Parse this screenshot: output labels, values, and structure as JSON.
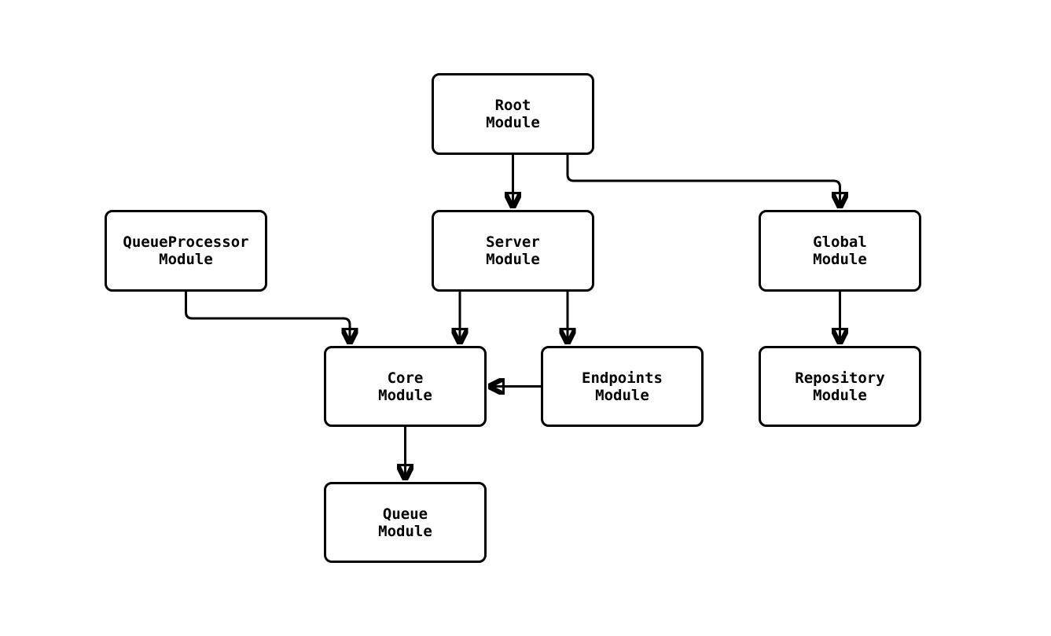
{
  "diagram": {
    "type": "flowchart",
    "background_color": "#ffffff",
    "node_border_color": "#000000",
    "node_fill_color": "#ffffff",
    "edge_color": "#000000",
    "text_color": "#000000",
    "nodes": {
      "root": {
        "label": "Root\nModule"
      },
      "queueprocessor": {
        "label": "QueueProcessor\nModule"
      },
      "server": {
        "label": "Server\nModule"
      },
      "global": {
        "label": "Global\nModule"
      },
      "core": {
        "label": "Core\nModule"
      },
      "endpoints": {
        "label": "Endpoints\nModule"
      },
      "repository": {
        "label": "Repository\nModule"
      },
      "queue": {
        "label": "Queue\nModule"
      }
    },
    "edges": [
      {
        "from": "Root Module",
        "to": "Server Module"
      },
      {
        "from": "Root Module",
        "to": "Global Module"
      },
      {
        "from": "QueueProcessor Module",
        "to": "Core Module"
      },
      {
        "from": "Server Module",
        "to": "Core Module"
      },
      {
        "from": "Server Module",
        "to": "Endpoints Module"
      },
      {
        "from": "Endpoints Module",
        "to": "Core Module"
      },
      {
        "from": "Global Module",
        "to": "Repository Module"
      },
      {
        "from": "Core Module",
        "to": "Queue Module"
      }
    ]
  }
}
